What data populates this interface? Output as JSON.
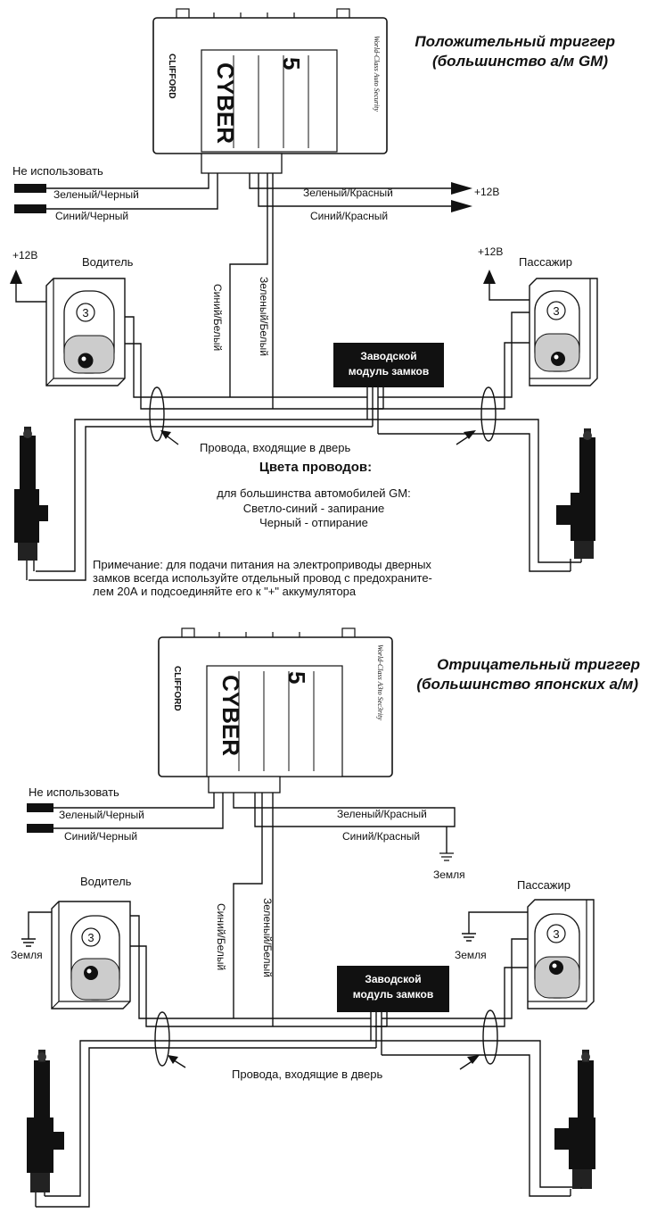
{
  "diagrams": [
    {
      "title_line1": "Положительный триггер",
      "title_line2": "(большинство а/м GM)",
      "brand": "CLIFFORD",
      "product": "CYBER",
      "model": "5",
      "tagline": "World-Class Auto Security",
      "not_used": "Не  использовать",
      "green_black": "Зеленый/Черный",
      "blue_black": "Синий/Черный",
      "green_red": "Зеленый/Красный",
      "blue_red": "Синий/Красный",
      "plus12_right": "+12В",
      "plus12_driver": "+12В",
      "plus12_passenger": "+12В",
      "driver": "Водитель",
      "passenger": "Пассажир",
      "blue_white": "Синий/Белый",
      "green_white": "Зеленый/Белый",
      "module_line1": "Заводской",
      "module_line2": "модуль  замков",
      "door_wires": "Провода, входящие в дверь",
      "switch_num": "3",
      "colors_header": "Цвета проводов:",
      "gm_line": "для большинства автомобилей GM:",
      "lock_line": "Светло-синий   - запирание",
      "unlock_line": "Черный - отпирание",
      "note_line1": "Примечание: для подачи питания на электроприводы дверных",
      "note_line2": "замков всегда используйте отдельный провод с предохраните-",
      "note_line3": "лем 20А и подсоединяйте его к \"+\" аккумулятора"
    },
    {
      "title_line1": "Отрицательный триггер",
      "title_line2": "(большинство японских а/м)",
      "brand": "CLIFFORD",
      "product": "CYBER",
      "model": "5",
      "tagline": "World-Class A3to Sec3rity",
      "not_used": "Не  использовать",
      "green_black": "Зеленый/Черный",
      "blue_black": "Синий/Черный",
      "green_red": "Зеленый/Красный",
      "blue_red": "Синий/Красный",
      "ground_right": "Земля",
      "ground_driver": "Земля",
      "ground_passenger": "Земля",
      "driver": "Водитель",
      "passenger": "Пассажир",
      "blue_white": "Синий/Белый",
      "green_white": "Зеленый/Белый",
      "module_line1": "Заводской",
      "module_line2": "модуль  замков",
      "door_wires": "Провода, входящие в дверь",
      "switch_num": "3"
    }
  ]
}
